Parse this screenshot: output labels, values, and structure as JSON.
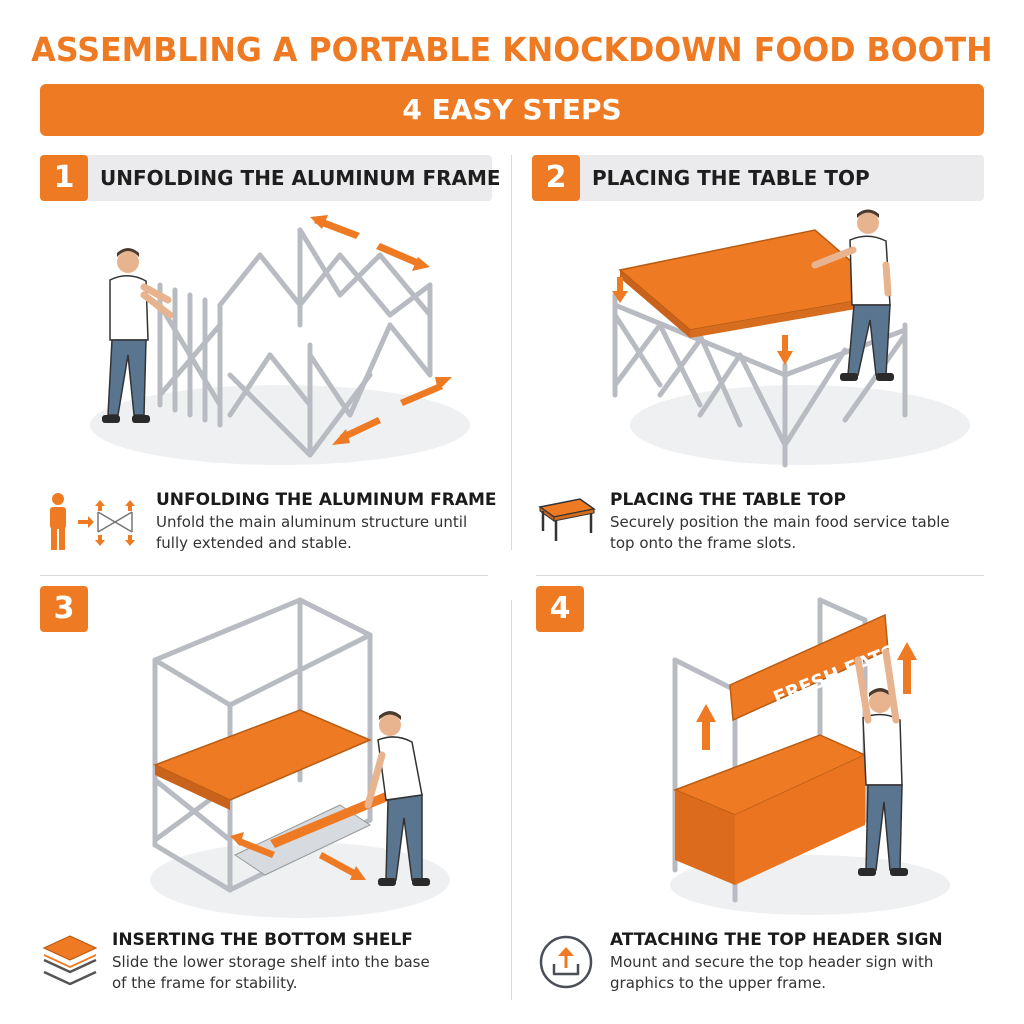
{
  "title": "ASSEMBLING A PORTABLE KNOCKDOWN FOOD BOOTH",
  "subtitle": "4 EASY STEPS",
  "steps": [
    {
      "number": "1",
      "heading": "UNFOLDING THE ALUMINUM FRAME",
      "desc_title": "UNFOLDING THE ALUMINUM FRAME",
      "desc_lines": [
        "Unfold the main aluminum structure until",
        "fully extended and stable."
      ],
      "icon": "person-unfold-icon"
    },
    {
      "number": "2",
      "heading": "PLACING THE TABLE TOP",
      "desc_title": "PLACING THE TABLE TOP",
      "desc_lines": [
        "Securely position the main food service table",
        "top onto the frame slots."
      ],
      "icon": "table-icon"
    },
    {
      "number": "3",
      "heading": "",
      "desc_title": "INSERTING THE BOTTOM SHELF",
      "desc_lines": [
        "Slide the lower storage shelf into the base",
        "of the frame for stability."
      ],
      "icon": "layers-icon"
    },
    {
      "number": "4",
      "heading": "",
      "desc_title": "ATTACHING THE TOP HEADER SIGN",
      "desc_lines": [
        "Mount and secure the top header sign with",
        "graphics to the upper frame."
      ],
      "icon": "upload-icon"
    }
  ],
  "sign_text": "FRESH EATS",
  "colors": {
    "accent": "#ee7a23",
    "frame": "#b8bcc2",
    "header_bg": "#ebebed",
    "shirt": "#ffffff",
    "pants": "#5a7590",
    "skin": "#e8b48f"
  }
}
